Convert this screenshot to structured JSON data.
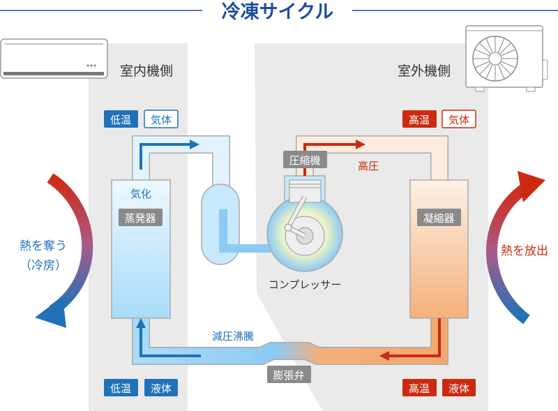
{
  "title": "冷凍サイクル",
  "indoor_label": "室内機側",
  "outdoor_label": "室外機側",
  "badges": {
    "top_left": [
      "低温",
      "気体"
    ],
    "top_right": [
      "高温",
      "気体"
    ],
    "bottom_left": [
      "低温",
      "液体"
    ],
    "bottom_right": [
      "高温",
      "液体"
    ]
  },
  "components": {
    "evaporator": "蒸発器",
    "condenser": "凝縮器",
    "compressor_tag": "圧縮機",
    "compressor": "コンプレッサー",
    "expansion_valve": "膨張弁"
  },
  "annotations": {
    "vaporize": "気化",
    "high_pressure": "高圧",
    "decompress_boil": "減圧沸騰"
  },
  "side_text": {
    "left_line1": "熱を奪う",
    "left_line2": "（冷房）",
    "right": "熱を放出"
  },
  "colors": {
    "title": "#1a4d9c",
    "blue": "#1f72b8",
    "red": "#cc2a10",
    "gray_tag": "#8a8a8a"
  }
}
